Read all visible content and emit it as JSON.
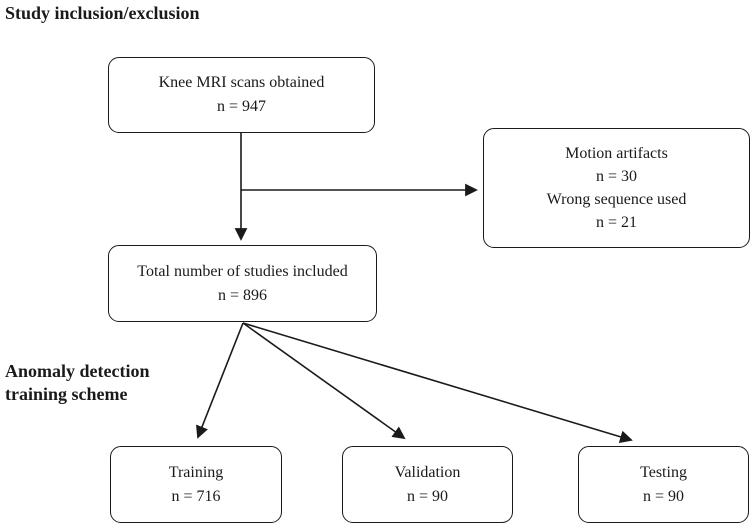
{
  "sections": {
    "inclusion_title": "Study inclusion/exclusion",
    "anomaly_title": "Anomaly detection\ntraining scheme"
  },
  "boxes": {
    "scans": {
      "line1": "Knee MRI scans obtained",
      "line2": "n = 947"
    },
    "excluded": {
      "line1": "Motion artifacts",
      "line2": "n = 30",
      "line3": "Wrong sequence used",
      "line4": "n = 21"
    },
    "included": {
      "line1": "Total number of studies included",
      "line2": "n = 896"
    },
    "training": {
      "line1": "Training",
      "line2": "n = 716"
    },
    "validation": {
      "line1": "Validation",
      "line2": "n = 90"
    },
    "testing": {
      "line1": "Testing",
      "line2": "n = 90"
    }
  },
  "colors": {
    "ink": "#1a1a1a",
    "background": "#ffffff"
  }
}
